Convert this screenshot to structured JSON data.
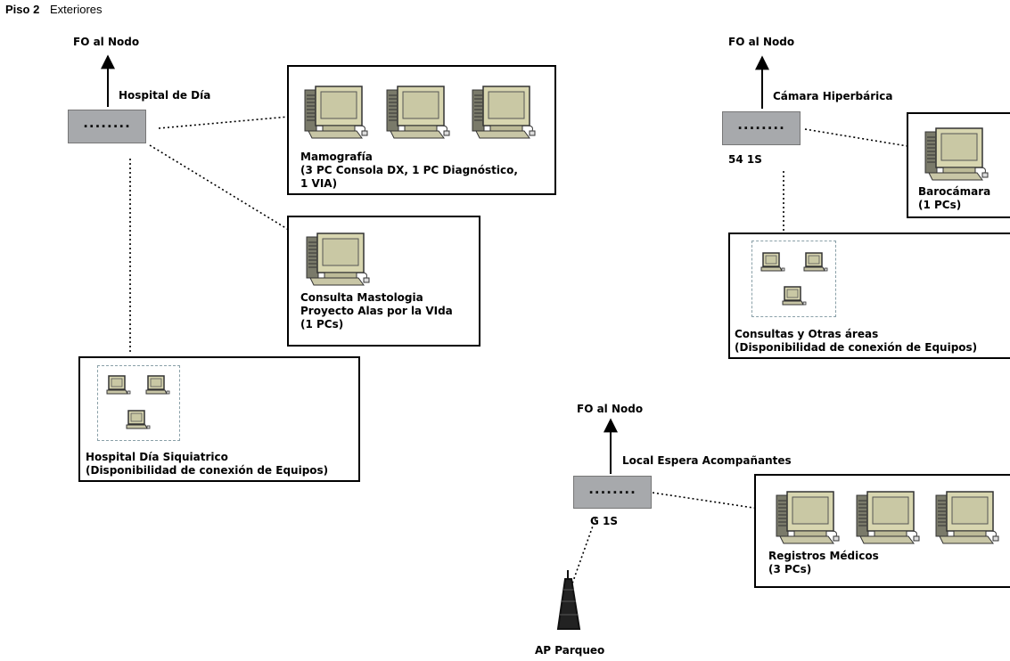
{
  "header": {
    "floor": "Piso 2",
    "area": "Exteriores"
  },
  "uplinks": {
    "fo1": "FO al Nodo",
    "fo2": "FO al Nodo",
    "fo3": "FO al Nodo"
  },
  "switches": {
    "hospital": {
      "label": "Hospital de Día"
    },
    "camara": {
      "label": "Cámara Hiperbárica",
      "id": "54 1S"
    },
    "local": {
      "label": "Local Espera Acompañantes",
      "id": "G 1S"
    }
  },
  "switch_dots": "........",
  "boxes": {
    "mamografia": {
      "l1": "Mamografía",
      "l2": "(3 PC Consola DX,  1 PC Diagnóstico,",
      "l3": "1 VIA)"
    },
    "consulta": {
      "l1": "Consulta Mastologia",
      "l2": "Proyecto Alas por la VIda",
      "l3": "(1 PCs)"
    },
    "siquiatrico": {
      "l1": "Hospital Día Siquiatrico",
      "l2": "(Disponibilidad de conexión de Equipos)"
    },
    "barocamara": {
      "l1": "Barocámara",
      "l2": "(1 PCs)"
    },
    "consultas": {
      "l1": "Consultas y Otras áreas",
      "l2": "(Disponibilidad de conexión de Equipos)"
    },
    "registros": {
      "l1": "Registros Médicos",
      "l2": "(3 PCs)"
    }
  },
  "ap": {
    "label": "AP Parqueo"
  },
  "colors": {
    "switch": "#a7a9ac",
    "monitor": "#d8d6b0",
    "link": "#000000",
    "group": "#8aa0a8"
  }
}
